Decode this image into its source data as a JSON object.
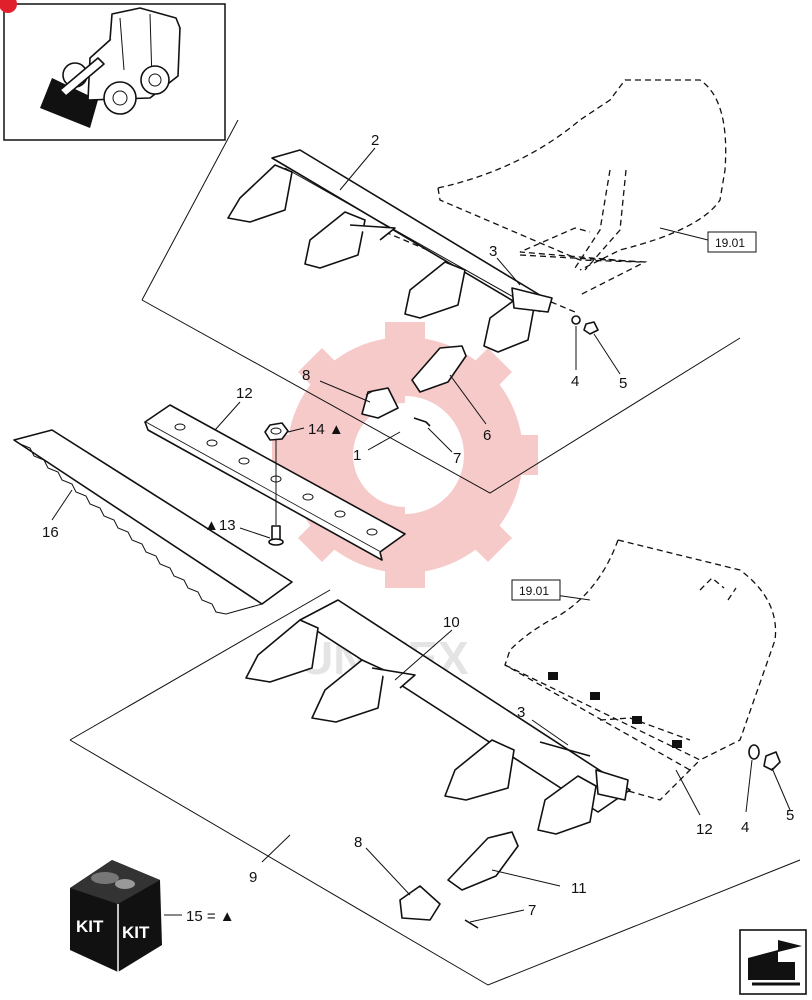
{
  "thumbnail": {
    "icon": "skid-steer-loader-icon",
    "badge_color": "#e0202a"
  },
  "watermark": {
    "text": "UNITEX",
    "color": "#f2a0a0"
  },
  "callouts": [
    {
      "id": "c2-top",
      "label": "2"
    },
    {
      "id": "c3-top",
      "label": "3"
    },
    {
      "id": "c4-top",
      "label": "4"
    },
    {
      "id": "c5-top",
      "label": "5"
    },
    {
      "id": "c6-top",
      "label": "6"
    },
    {
      "id": "c7-top",
      "label": "7"
    },
    {
      "id": "c8-top",
      "label": "8"
    },
    {
      "id": "c1",
      "label": "1"
    },
    {
      "id": "c12-left",
      "label": "12"
    },
    {
      "id": "c14",
      "label": "14 ▲"
    },
    {
      "id": "c13",
      "label": "▲13"
    },
    {
      "id": "c16",
      "label": "16"
    },
    {
      "id": "c10",
      "label": "10"
    },
    {
      "id": "c3-bottom",
      "label": "3"
    },
    {
      "id": "c12-bottom",
      "label": "12"
    },
    {
      "id": "c4-bottom",
      "label": "4"
    },
    {
      "id": "c5-bottom",
      "label": "5"
    },
    {
      "id": "c8-bottom",
      "label": "8"
    },
    {
      "id": "c11",
      "label": "11"
    },
    {
      "id": "c9",
      "label": "9"
    },
    {
      "id": "c7-bottom",
      "label": "7"
    },
    {
      "id": "c15",
      "label": "15 = ▲"
    }
  ],
  "references": [
    {
      "id": "ref-top",
      "label": "19.01"
    },
    {
      "id": "ref-bottom",
      "label": "19.01"
    }
  ],
  "kit_box": {
    "label_left": "KIT",
    "label_right": "KIT"
  },
  "navigation": {
    "icon": "next-page-arrow-icon"
  }
}
